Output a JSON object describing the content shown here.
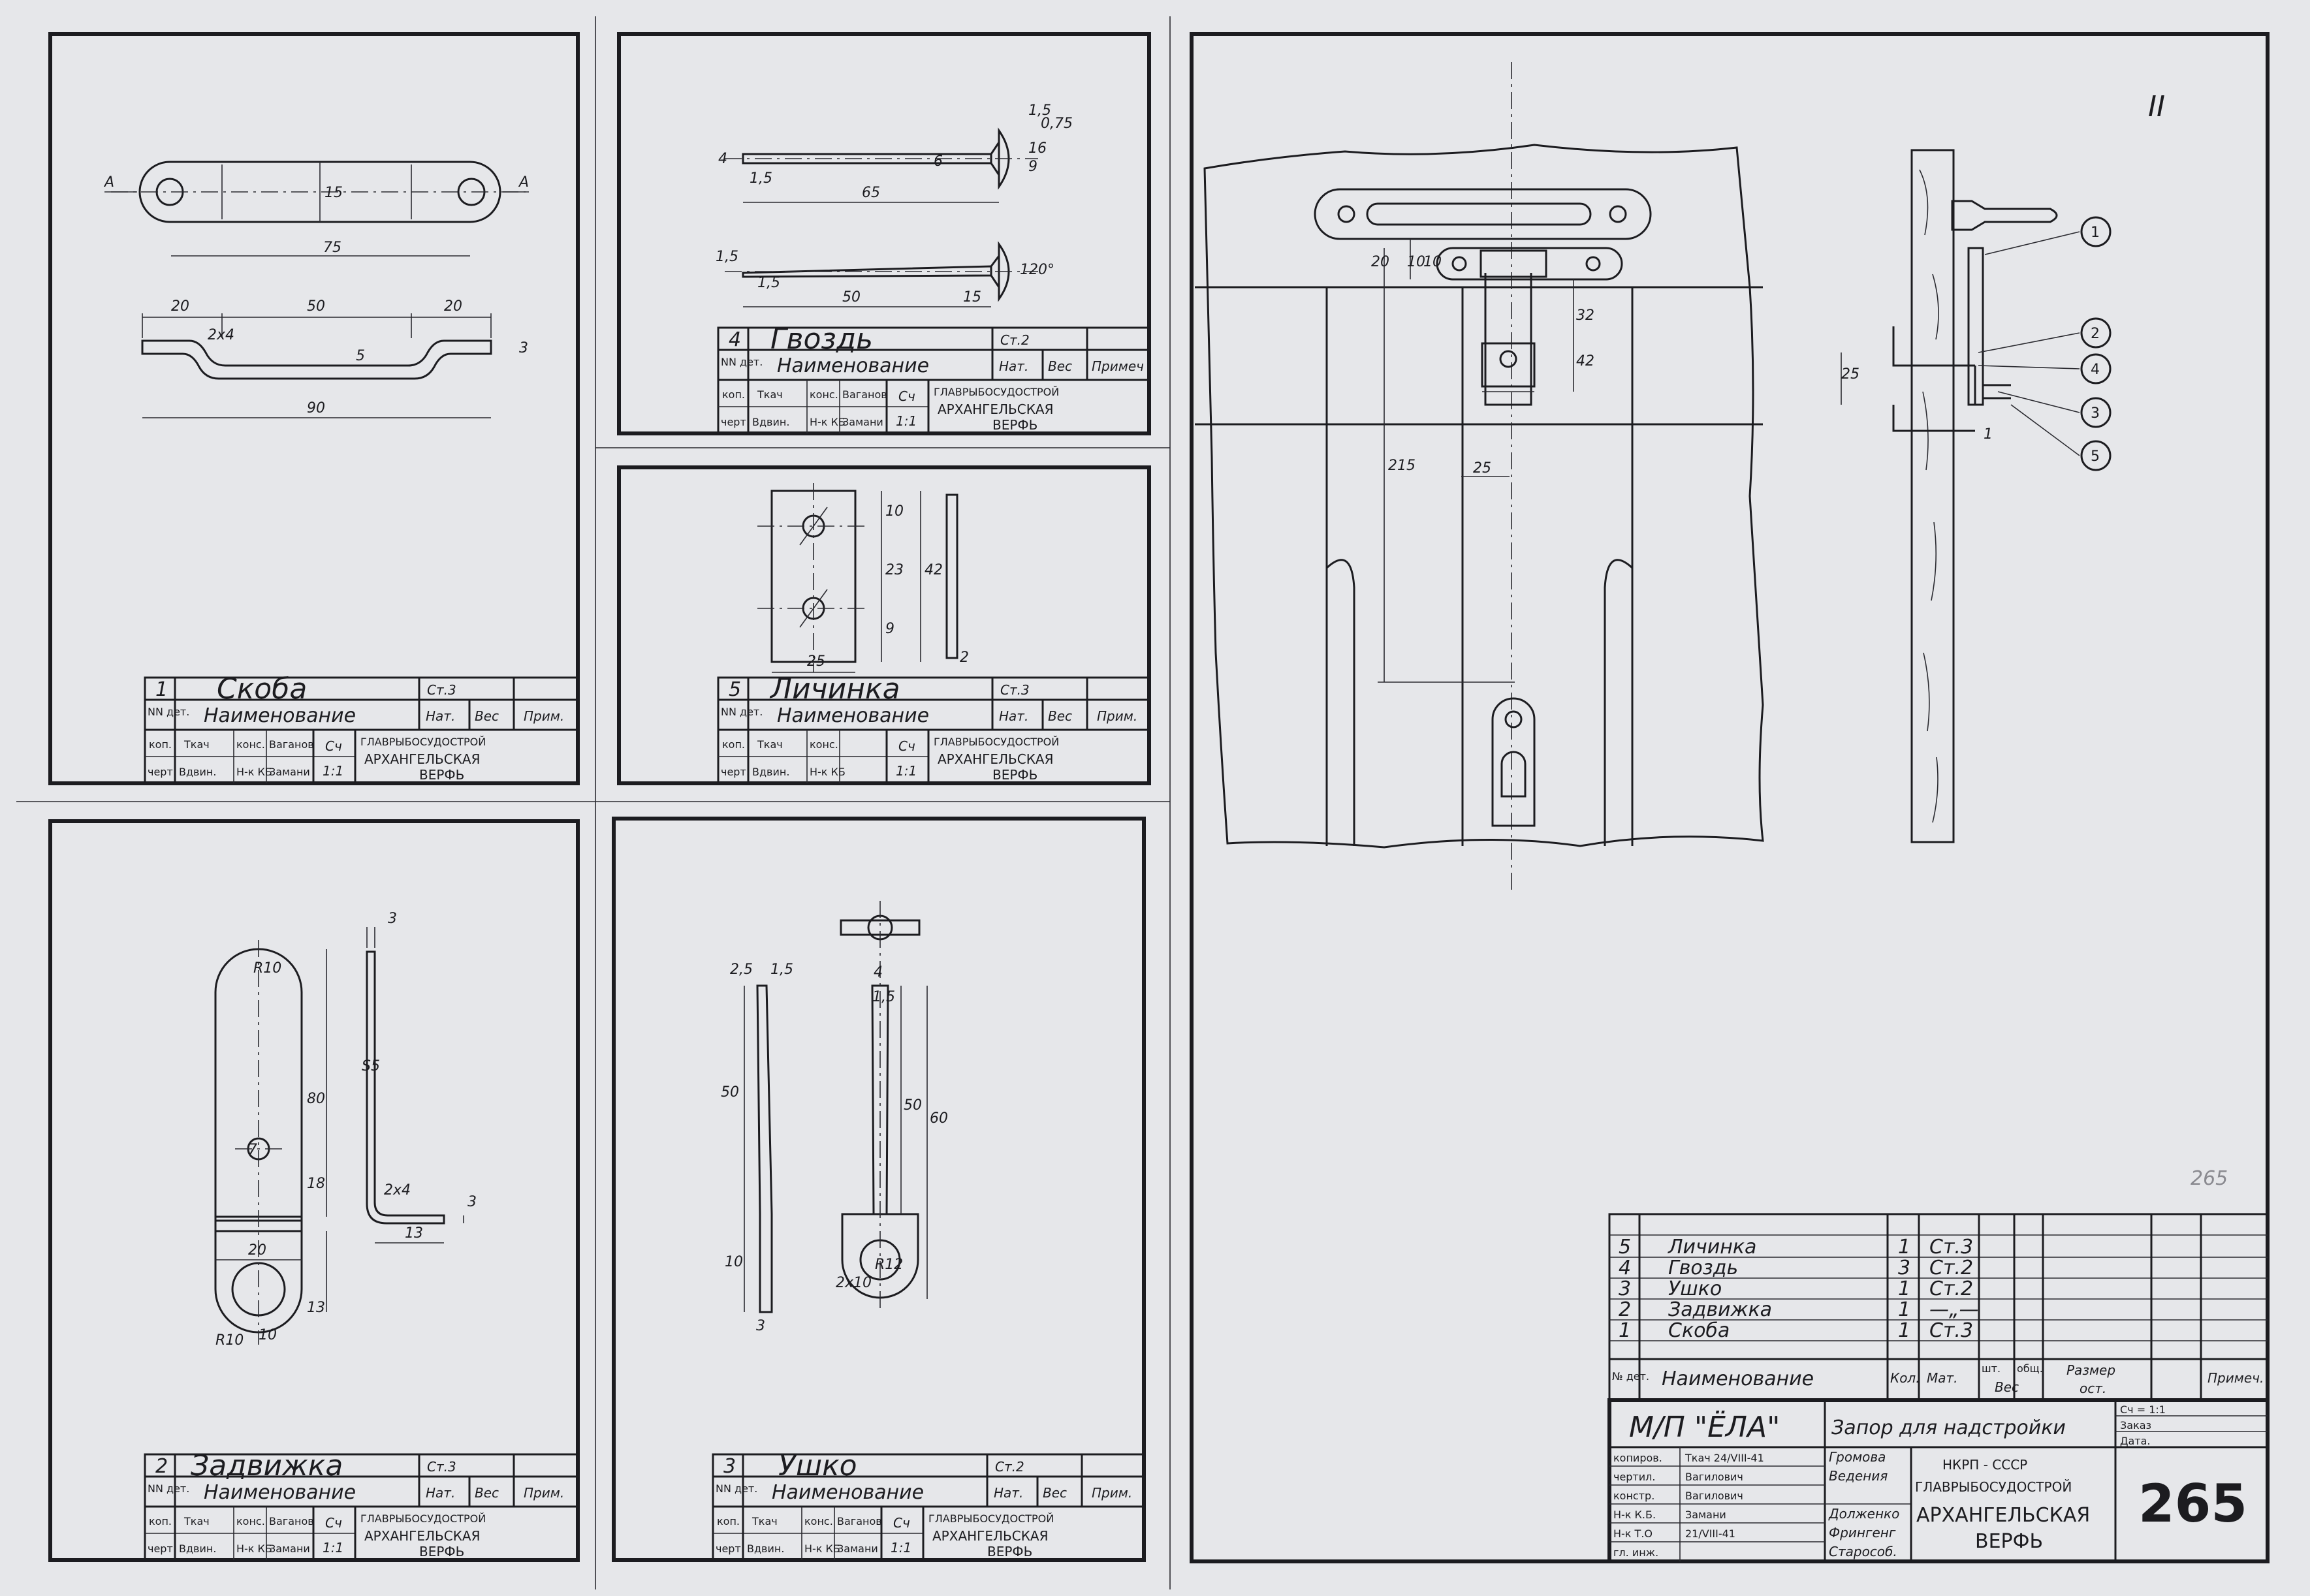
{
  "parts": {
    "skoba": {
      "num": "1",
      "name": "Скоба",
      "material": "Ст.3",
      "hdr_num": "NN дет.",
      "hdr_name": "Наименование",
      "hdr_nat": "Нат.",
      "hdr_weight": "Вес",
      "hdr_note": "Прим.",
      "role1": "коп.",
      "role2": "черт.",
      "sig1": "Ткач",
      "sig2": "Вдвин.",
      "role3": "конс.",
      "role4": "Н-к КБ",
      "sig3": "Ваганов",
      "sig4": "Замани",
      "scale_num": "Сч",
      "scale": "1:1",
      "org1": "ГЛАВРЫБОСУДОСТРОЙ",
      "org2": "АРХАНГЕЛЬСКАЯ",
      "org3": "ВЕРФЬ",
      "dims": [
        "А",
        "А",
        "15",
        "75",
        "20",
        "50",
        "20",
        "3",
        "5",
        "2x4",
        "90"
      ]
    },
    "gvozd": {
      "num": "4",
      "name": "Гвоздь",
      "material": "Ст.2",
      "hdr_num": "NN дет.",
      "hdr_name": "Наименование",
      "hdr_nat": "Нат.",
      "hdr_weight": "Вес",
      "hdr_note": "Примеч",
      "role1": "коп.",
      "role2": "черт.",
      "sig1": "Ткач",
      "sig2": "Вдвин.",
      "role3": "конс.",
      "role4": "Н-к КБ",
      "sig3": "Ваганов",
      "sig4": "Замани",
      "scale_num": "Сч",
      "scale": "1:1",
      "org1": "ГЛАВРЫБОСУДОСТРОЙ",
      "org2": "АРХАНГЕЛЬСКАЯ",
      "org3": "ВЕРФЬ",
      "dims": [
        "4",
        "1,5",
        "65",
        "6",
        "1,5",
        "0,75",
        "16",
        "9",
        "1,5",
        "1,5",
        "50",
        "15",
        "120°"
      ]
    },
    "lichinka": {
      "num": "5",
      "name": "Личинка",
      "material": "Ст.3",
      "hdr_num": "NN дет.",
      "hdr_name": "Наименование",
      "hdr_nat": "Нат.",
      "hdr_weight": "Вес",
      "hdr_note": "Прим.",
      "role1": "коп.",
      "role2": "черт.",
      "sig1": "Ткач",
      "sig2": "Вдвин.",
      "role3": "конс.",
      "role4": "Н-к КБ",
      "sig3": "",
      "sig4": "",
      "scale_num": "Сч",
      "scale": "1:1",
      "org1": "ГЛАВРЫБОСУДОСТРОЙ",
      "org2": "АРХАНГЕЛЬСКАЯ",
      "org3": "ВЕРФЬ",
      "dims": [
        "10",
        "23",
        "42",
        "9",
        "25",
        "2"
      ]
    },
    "zadvizhka": {
      "num": "2",
      "name": "Задвижка",
      "material": "Ст.3",
      "hdr_num": "NN дет.",
      "hdr_name": "Наименование",
      "hdr_nat": "Нат.",
      "hdr_weight": "Вес",
      "hdr_note": "Прим.",
      "role1": "коп.",
      "role2": "черт.",
      "sig1": "Ткач",
      "sig2": "Вдвин.",
      "role3": "конс.",
      "role4": "Н-к КБ",
      "sig3": "Ваганов",
      "sig4": "Замани",
      "scale_num": "Сч",
      "scale": "1:1",
      "org1": "ГЛАВРЫБОСУДОСТРОЙ",
      "org2": "АРХАНГЕЛЬСКАЯ",
      "org3": "ВЕРФЬ",
      "dims": [
        "R10",
        "3",
        "S5",
        "80",
        "7",
        "18",
        "2x4",
        "3",
        "20",
        "13",
        "13",
        "R10",
        "10"
      ]
    },
    "ushko": {
      "num": "3",
      "name": "Ушко",
      "material": "Ст.2",
      "hdr_num": "NN дет.",
      "hdr_name": "Наименование",
      "hdr_nat": "Нат.",
      "hdr_weight": "Вес",
      "hdr_note": "Прим.",
      "role1": "коп.",
      "role2": "черт.",
      "sig1": "Ткач",
      "sig2": "Вдвин.",
      "role3": "конс.",
      "role4": "Н-к КБ",
      "sig3": "Ваганов",
      "sig4": "Замани",
      "scale_num": "Сч",
      "scale": "1:1",
      "org1": "ГЛАВРЫБОСУДОСТРОЙ",
      "org2": "АРХАНГЕЛЬСКАЯ",
      "org3": "ВЕРФЬ",
      "dims": [
        "2,5",
        "1,5",
        "4",
        "1,5",
        "50",
        "50",
        "60",
        "10",
        "3",
        "R12",
        "2x10"
      ]
    }
  },
  "assembly": {
    "dims": [
      "20",
      "10",
      "10",
      "32",
      "42",
      "215",
      "25",
      "25"
    ],
    "callouts": [
      "1",
      "2",
      "4",
      "3",
      "5"
    ],
    "side_marks": [
      "1"
    ],
    "sheet_corner": "II",
    "pencil_number": "265"
  },
  "bom": {
    "rows": [
      {
        "num": "5",
        "name": "Личинка",
        "qty": "1",
        "material": "Ст.3"
      },
      {
        "num": "4",
        "name": "Гвоздь",
        "qty": "3",
        "material": "Ст.2"
      },
      {
        "num": "3",
        "name": "Ушко",
        "qty": "1",
        "material": "Ст.2"
      },
      {
        "num": "2",
        "name": "Задвижка",
        "qty": "1",
        "material": "—„—"
      },
      {
        "num": "1",
        "name": "Скоба",
        "qty": "1",
        "material": "Ст.3"
      }
    ],
    "hdr_num": "№ дет.",
    "hdr_name": "Наименование",
    "hdr_qty": "Кол.",
    "hdr_material": "Мат.",
    "hdr_weight1": "шт.",
    "hdr_weight2": "общ.",
    "hdr_weight3": "Вес",
    "hdr_size1": "Размер",
    "hdr_size2": "ост.",
    "hdr_note": "Примеч."
  },
  "title_block": {
    "vessel": "М/П \"ЁЛА\"",
    "title": "Запор для надстройки",
    "scale_label": "Сч = 1:1",
    "order_label": "Заказ",
    "date_label": "Дата.",
    "roles": [
      "копиров.",
      "чертил.",
      "констр.",
      "Н-к К.Б.",
      "Н-к Т.О",
      "гл. инж."
    ],
    "signatures": [
      "Ткач 24/VIII-41",
      "Вагилович",
      "Вагилович",
      "Замани",
      "21/VIII-41"
    ],
    "names": [
      "Громова",
      "Ведения",
      "",
      "Долженко",
      "Фрингенг",
      "Старособ."
    ],
    "org1": "НКРП - СССР",
    "org2": "ГЛАВРЫБОСУДОСТРОЙ",
    "org3": "АРХАНГЕЛЬСКАЯ",
    "org4": "ВЕРФЬ",
    "sheet_number": "265"
  }
}
